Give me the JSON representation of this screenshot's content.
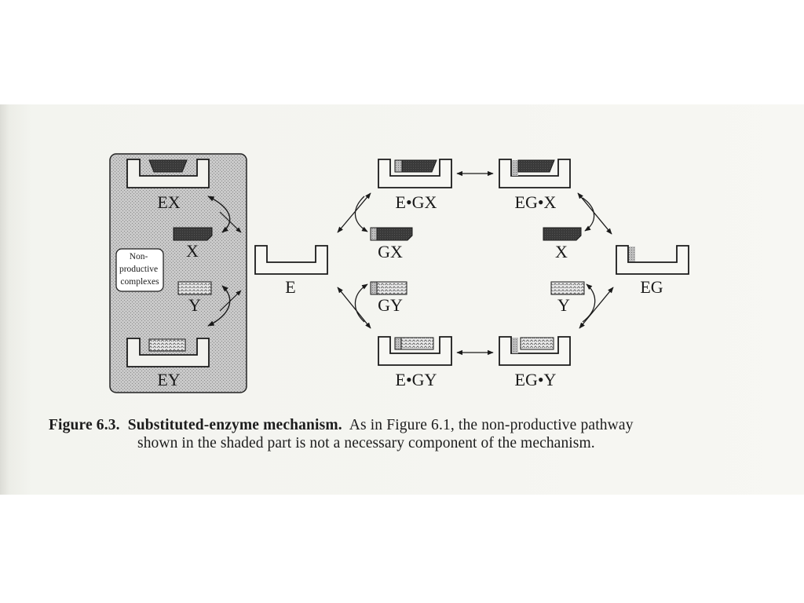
{
  "shaded_region": {
    "label": "Non-productive complexes"
  },
  "labels": {
    "ex": "EX",
    "x_left": "X",
    "y_left": "Y",
    "ey": "EY",
    "e": "E",
    "egx_top": "E•GX",
    "gx": "GX",
    "gy": "GY",
    "egy_bottom": "E•GY",
    "eg_x": "EG•X",
    "x_right": "X",
    "y_right": "Y",
    "eg_y": "EG•Y",
    "eg": "EG"
  },
  "caption": {
    "figure": "Figure 6.3.",
    "title": "Substituted-enzyme mechanism.",
    "text_line1": "As in Figure 6.1, the non-productive pathway",
    "text_line2": "shown in the shaded part is not a necessary component of the mechanism."
  }
}
